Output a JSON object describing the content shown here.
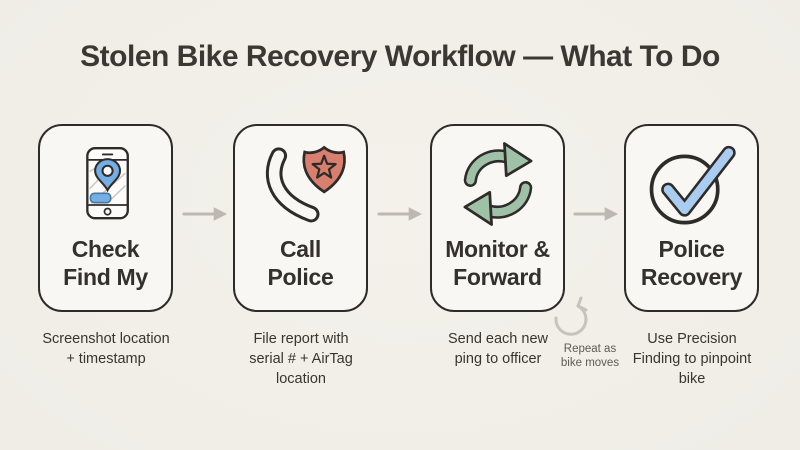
{
  "title": "Stolen Bike Recovery Workflow — What To Do",
  "colors": {
    "background": "#f0ede7",
    "card_fill": "#f9f7f3",
    "card_border": "#2e2b28",
    "text_dark": "#33302d",
    "flow_arrow_gray": "#bdb9b2",
    "loop_arrow_gray": "#c6c3bc",
    "loop_text_gray": "#5d5a55",
    "pin_blue": "#74aee4",
    "badge_red": "#d97f6f",
    "cycle_green": "#9fc1a7",
    "check_blue": "#a9ccf0"
  },
  "steps": [
    {
      "icon": "phone-map-pin-icon",
      "label": "Check\nFind My",
      "caption": "Screenshot location\n+ timestamp"
    },
    {
      "icon": "phone-badge-icon",
      "label": "Call\nPolice",
      "caption": "File report with\nserial # + AirTag\nlocation"
    },
    {
      "icon": "cycle-arrows-icon",
      "label": "Monitor &\nForward",
      "caption": "Send each new\nping to officer"
    },
    {
      "icon": "check-circle-icon",
      "label": "Police\nRecovery",
      "caption": "Use Precision\nFinding to pinpoint\nbike"
    }
  ],
  "annotation": {
    "text": "Repeat as\nbike moves"
  }
}
